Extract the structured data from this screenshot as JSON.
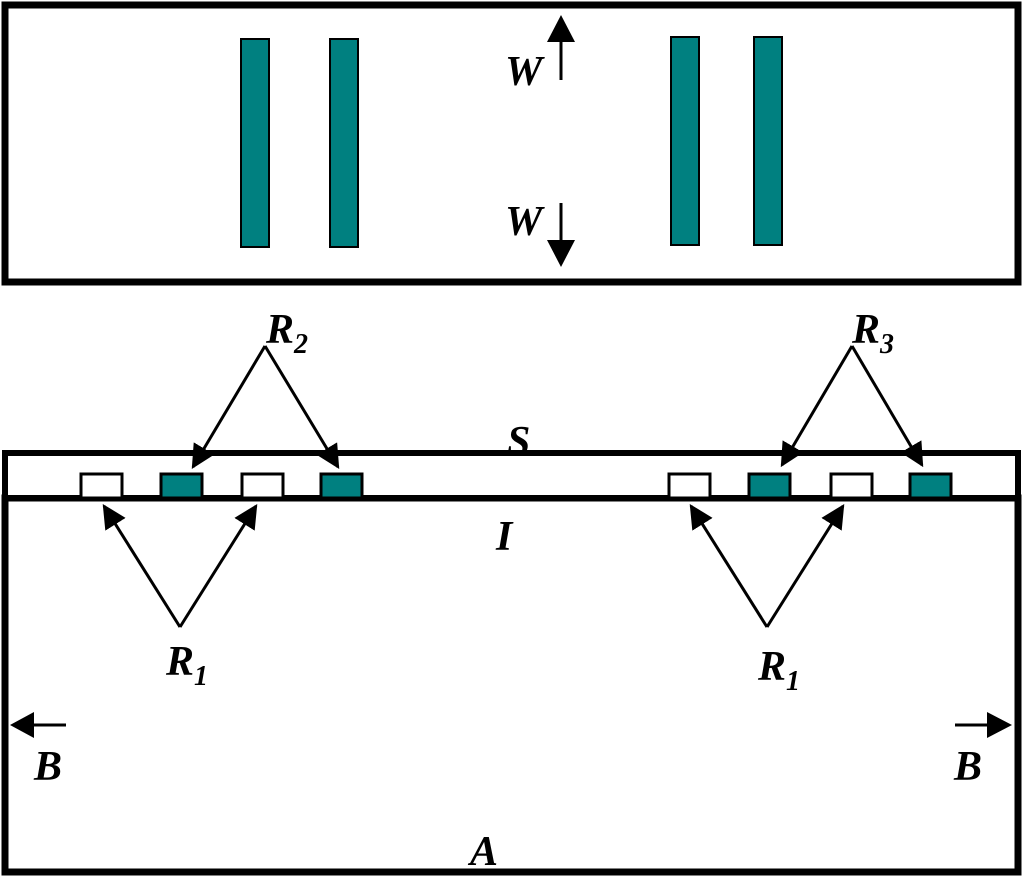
{
  "colors": {
    "strip_fill": "#008080",
    "outline": "#000000",
    "background": "#ffffff"
  },
  "labels": {
    "w_top": "W",
    "w_bottom": "W",
    "r2": "R",
    "r2_sub": "2",
    "r3": "R",
    "r3_sub": "3",
    "s": "S",
    "i": "I",
    "r1_left": "R",
    "r1_left_sub": "1",
    "r1_right": "R",
    "r1_right_sub": "1",
    "b_left": "B",
    "b_right": "B",
    "a": "A"
  }
}
